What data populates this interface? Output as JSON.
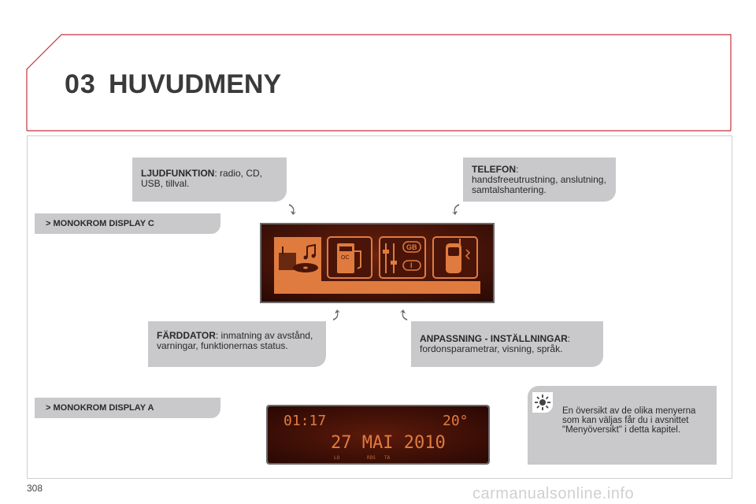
{
  "header": {
    "chapter_number": "03",
    "chapter_title": "HUVUDMENY"
  },
  "sections": {
    "display_c_label": "> MONOKROM DISPLAY C",
    "display_a_label": "> MONOKROM DISPLAY A"
  },
  "callouts": {
    "audio": {
      "title": "LJUDFUNKTION",
      "text": ": radio, CD, USB, tillval."
    },
    "phone": {
      "title": "TELEFON",
      "text": ":",
      "text2": "handsfreeutrustning, anslutning, samtalshantering."
    },
    "trip": {
      "title": "FÄRDDATOR",
      "text": ": inmatning av avstånd, varningar, funktionernas status."
    },
    "settings": {
      "title": "ANPASSNING - INSTÄLLNINGAR",
      "text": ":",
      "text2": "fordonsparametrar, visning, språk."
    }
  },
  "display_c": {
    "icons": [
      "audio-media-icon",
      "trip-computer-icon",
      "settings-language-icon",
      "phone-icon"
    ],
    "language_tag": "GB",
    "info_tag": "I",
    "oc_tag": "OC"
  },
  "display_a": {
    "time": "01:17",
    "temperature": "20°",
    "date": "27 MAI 2010",
    "indicators": [
      "LO",
      "RDS",
      "TA"
    ]
  },
  "tip": {
    "icon": "sun-icon",
    "text": "En översikt av de olika menyerna som kan väljas får du i avsnittet \"Menyöversikt\" i detta kapitel."
  },
  "footer": {
    "page_number": "308",
    "watermark": "carmanualsonline.info"
  },
  "colors": {
    "accent_red": "#c8323c",
    "box_grey": "#c9c9cb",
    "display_orange": "#e07b3f",
    "display_dark": "#4a1508"
  }
}
